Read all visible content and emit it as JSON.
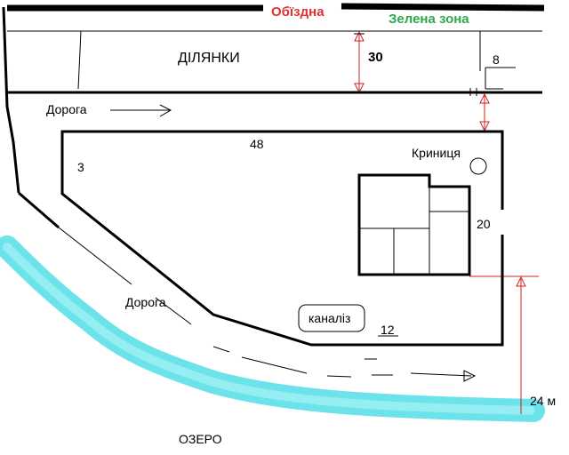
{
  "labels": {
    "bypass": "Обїздна",
    "green_zone": "Зелена зона",
    "plots": "ДІЛЯНКИ",
    "road_top": "Дорога",
    "road_bottom": "Дорога",
    "well": "Криниця",
    "sewer": "каналіз",
    "lake": "ОЗЕРО"
  },
  "dimensions": {
    "d30": "30",
    "d8": "8",
    "d48": "48",
    "d3": "3",
    "d20": "20",
    "d12": "12",
    "d24": "24 м"
  },
  "colors": {
    "bypass_text": "#e03030",
    "green_text": "#2ea84a",
    "dimension_arrow": "#cc2222",
    "water": "#5ce0e8",
    "outline": "#000000"
  },
  "icons": {
    "well": "circle",
    "arrow": "arrow-right"
  }
}
